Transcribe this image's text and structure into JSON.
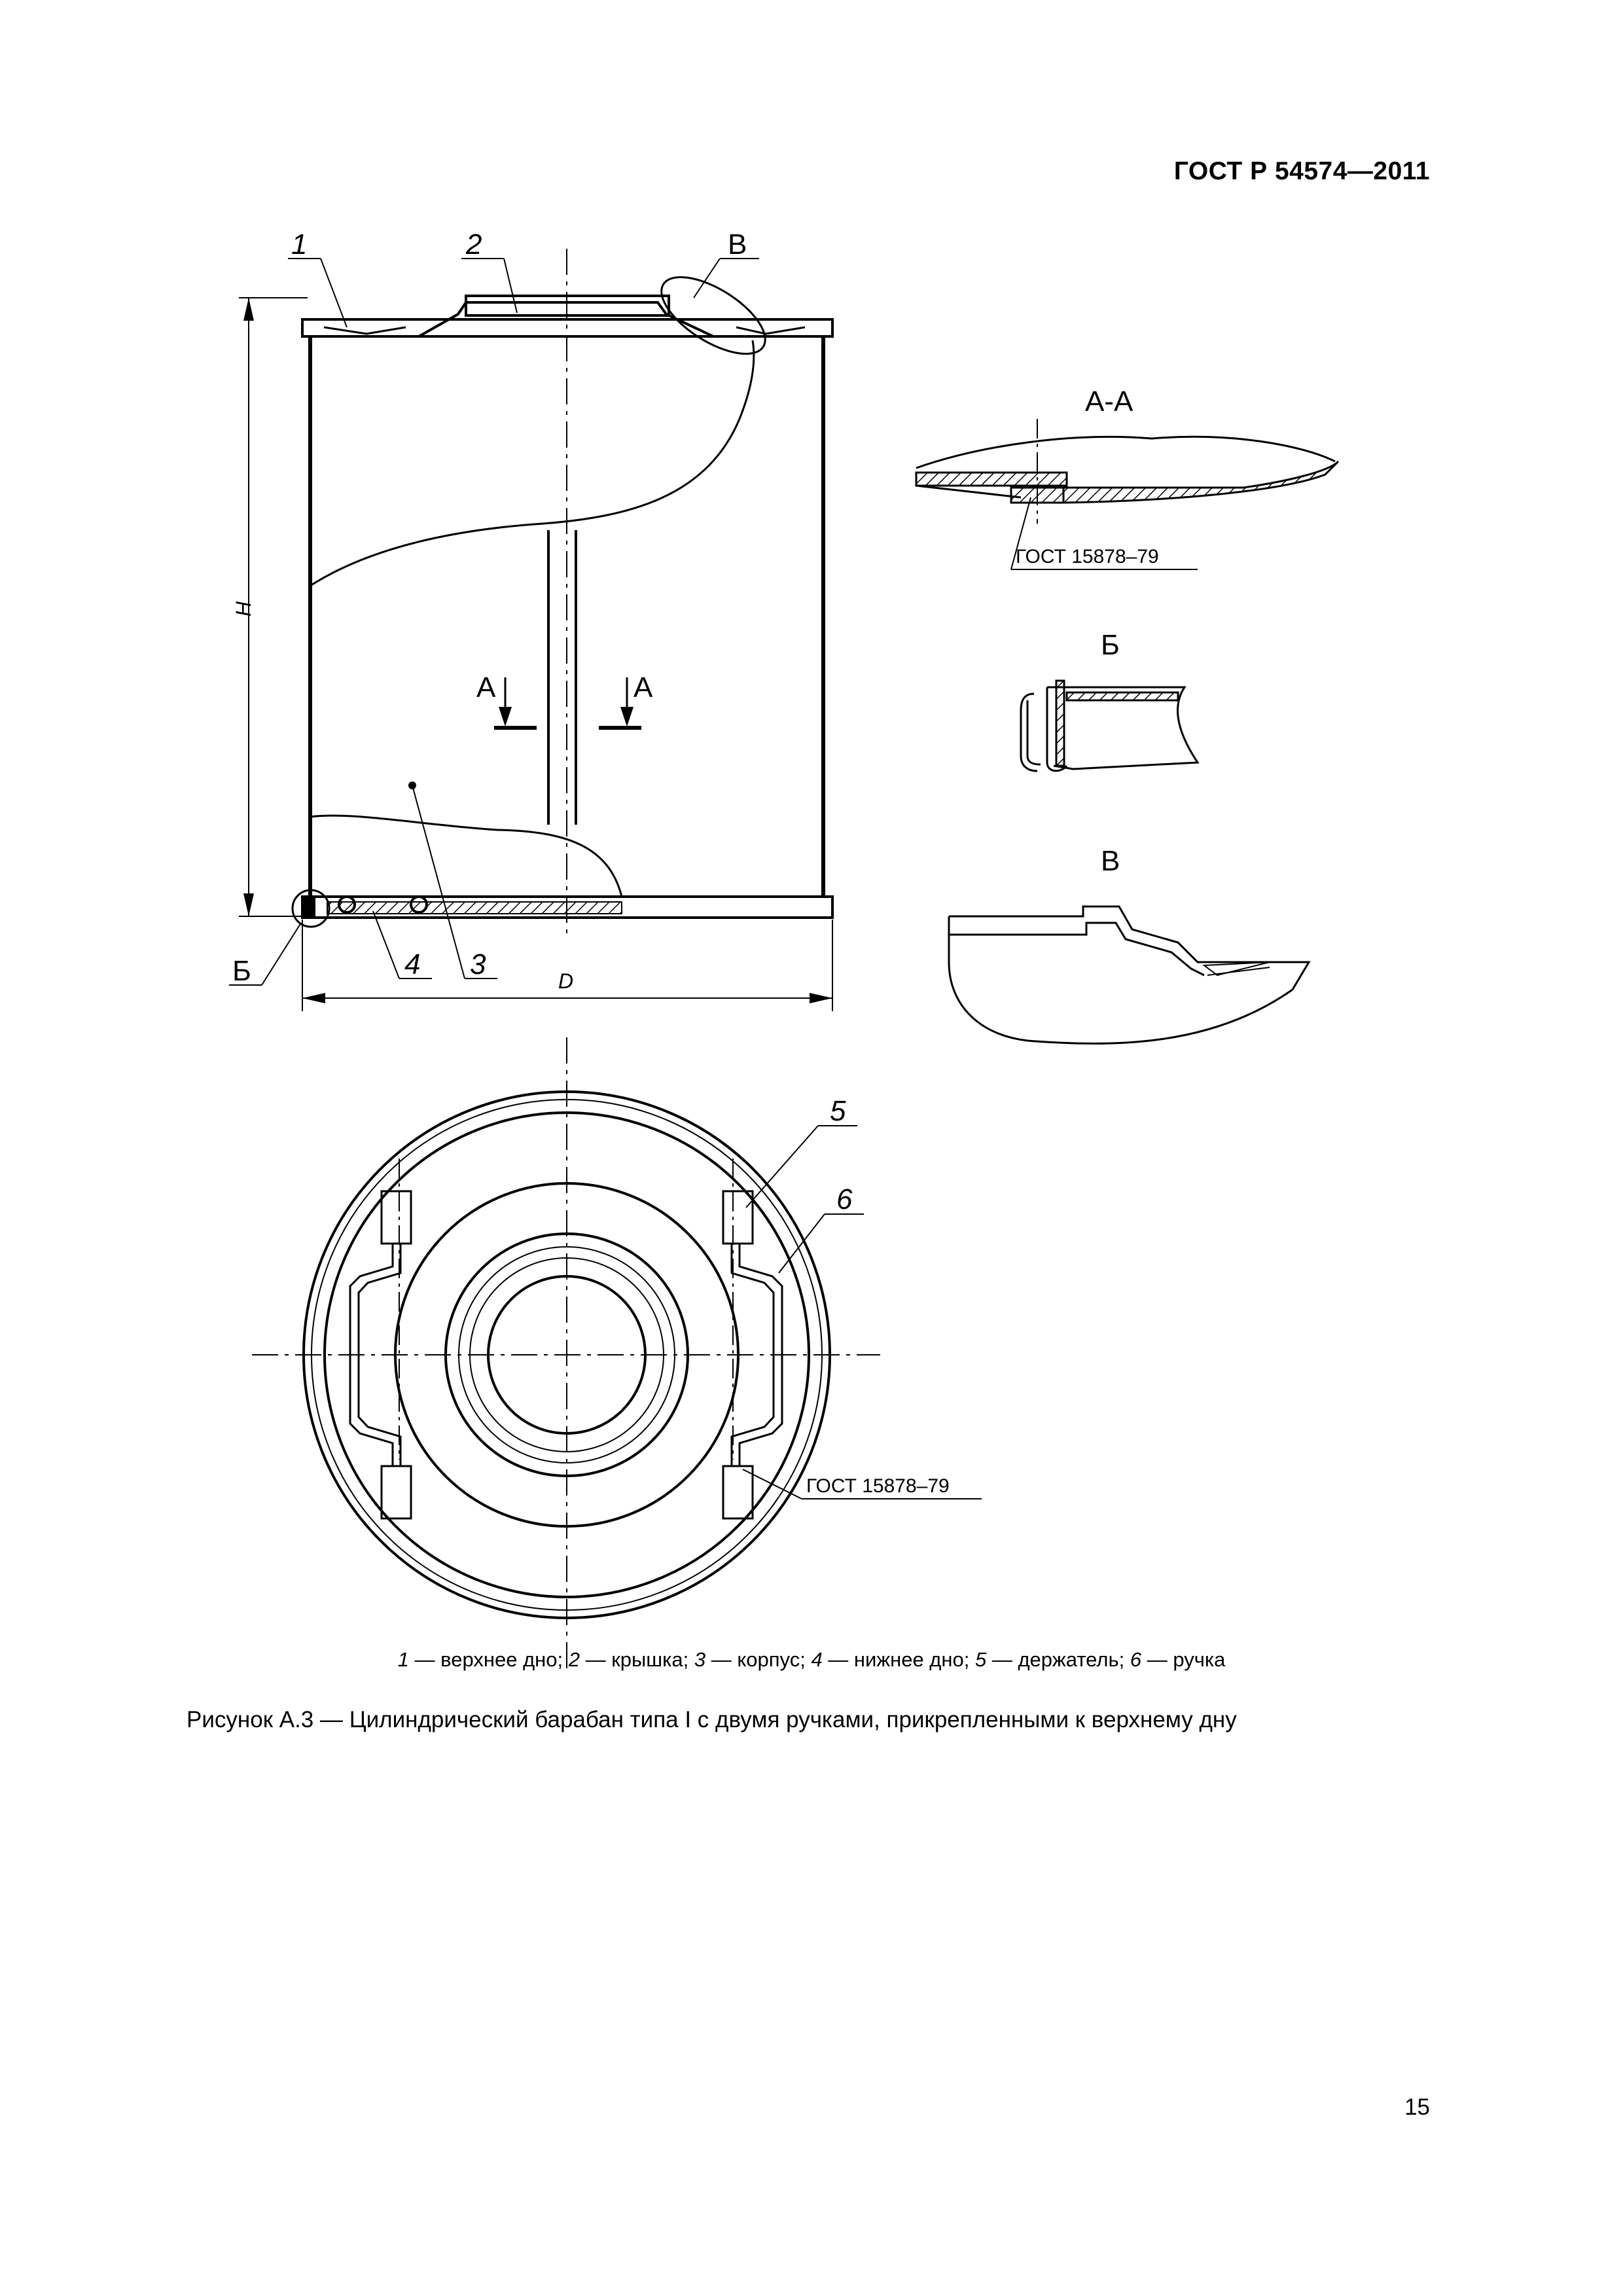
{
  "header": {
    "standard": "ГОСТ Р 54574—2011"
  },
  "drawing": {
    "callouts": [
      "1",
      "2",
      "3",
      "4",
      "5",
      "6"
    ],
    "view_labels": {
      "section_a": "А-А",
      "detail_b": "Б",
      "detail_v": "В",
      "a_mark": "А",
      "v_mark": "В",
      "b_mark": "Б"
    },
    "dimensions": {
      "height": "H",
      "diameter": "D"
    },
    "refs": {
      "rivet_standard": "ГОСТ 15878–79"
    }
  },
  "legend": {
    "items": [
      {
        "num": "1",
        "text": " — верхнее дно; "
      },
      {
        "num": "2",
        "text": " — крышка; "
      },
      {
        "num": "3",
        "text": " — корпус; "
      },
      {
        "num": "4",
        "text": " — нижнее дно; "
      },
      {
        "num": "5",
        "text": " — держатель; "
      },
      {
        "num": "6",
        "text": " — ручка"
      }
    ]
  },
  "caption": "Рисунок  А.3 — Цилиндрический барабан типа I с двумя ручками, прикрепленными к верхнему дну",
  "page": {
    "number": "15"
  }
}
